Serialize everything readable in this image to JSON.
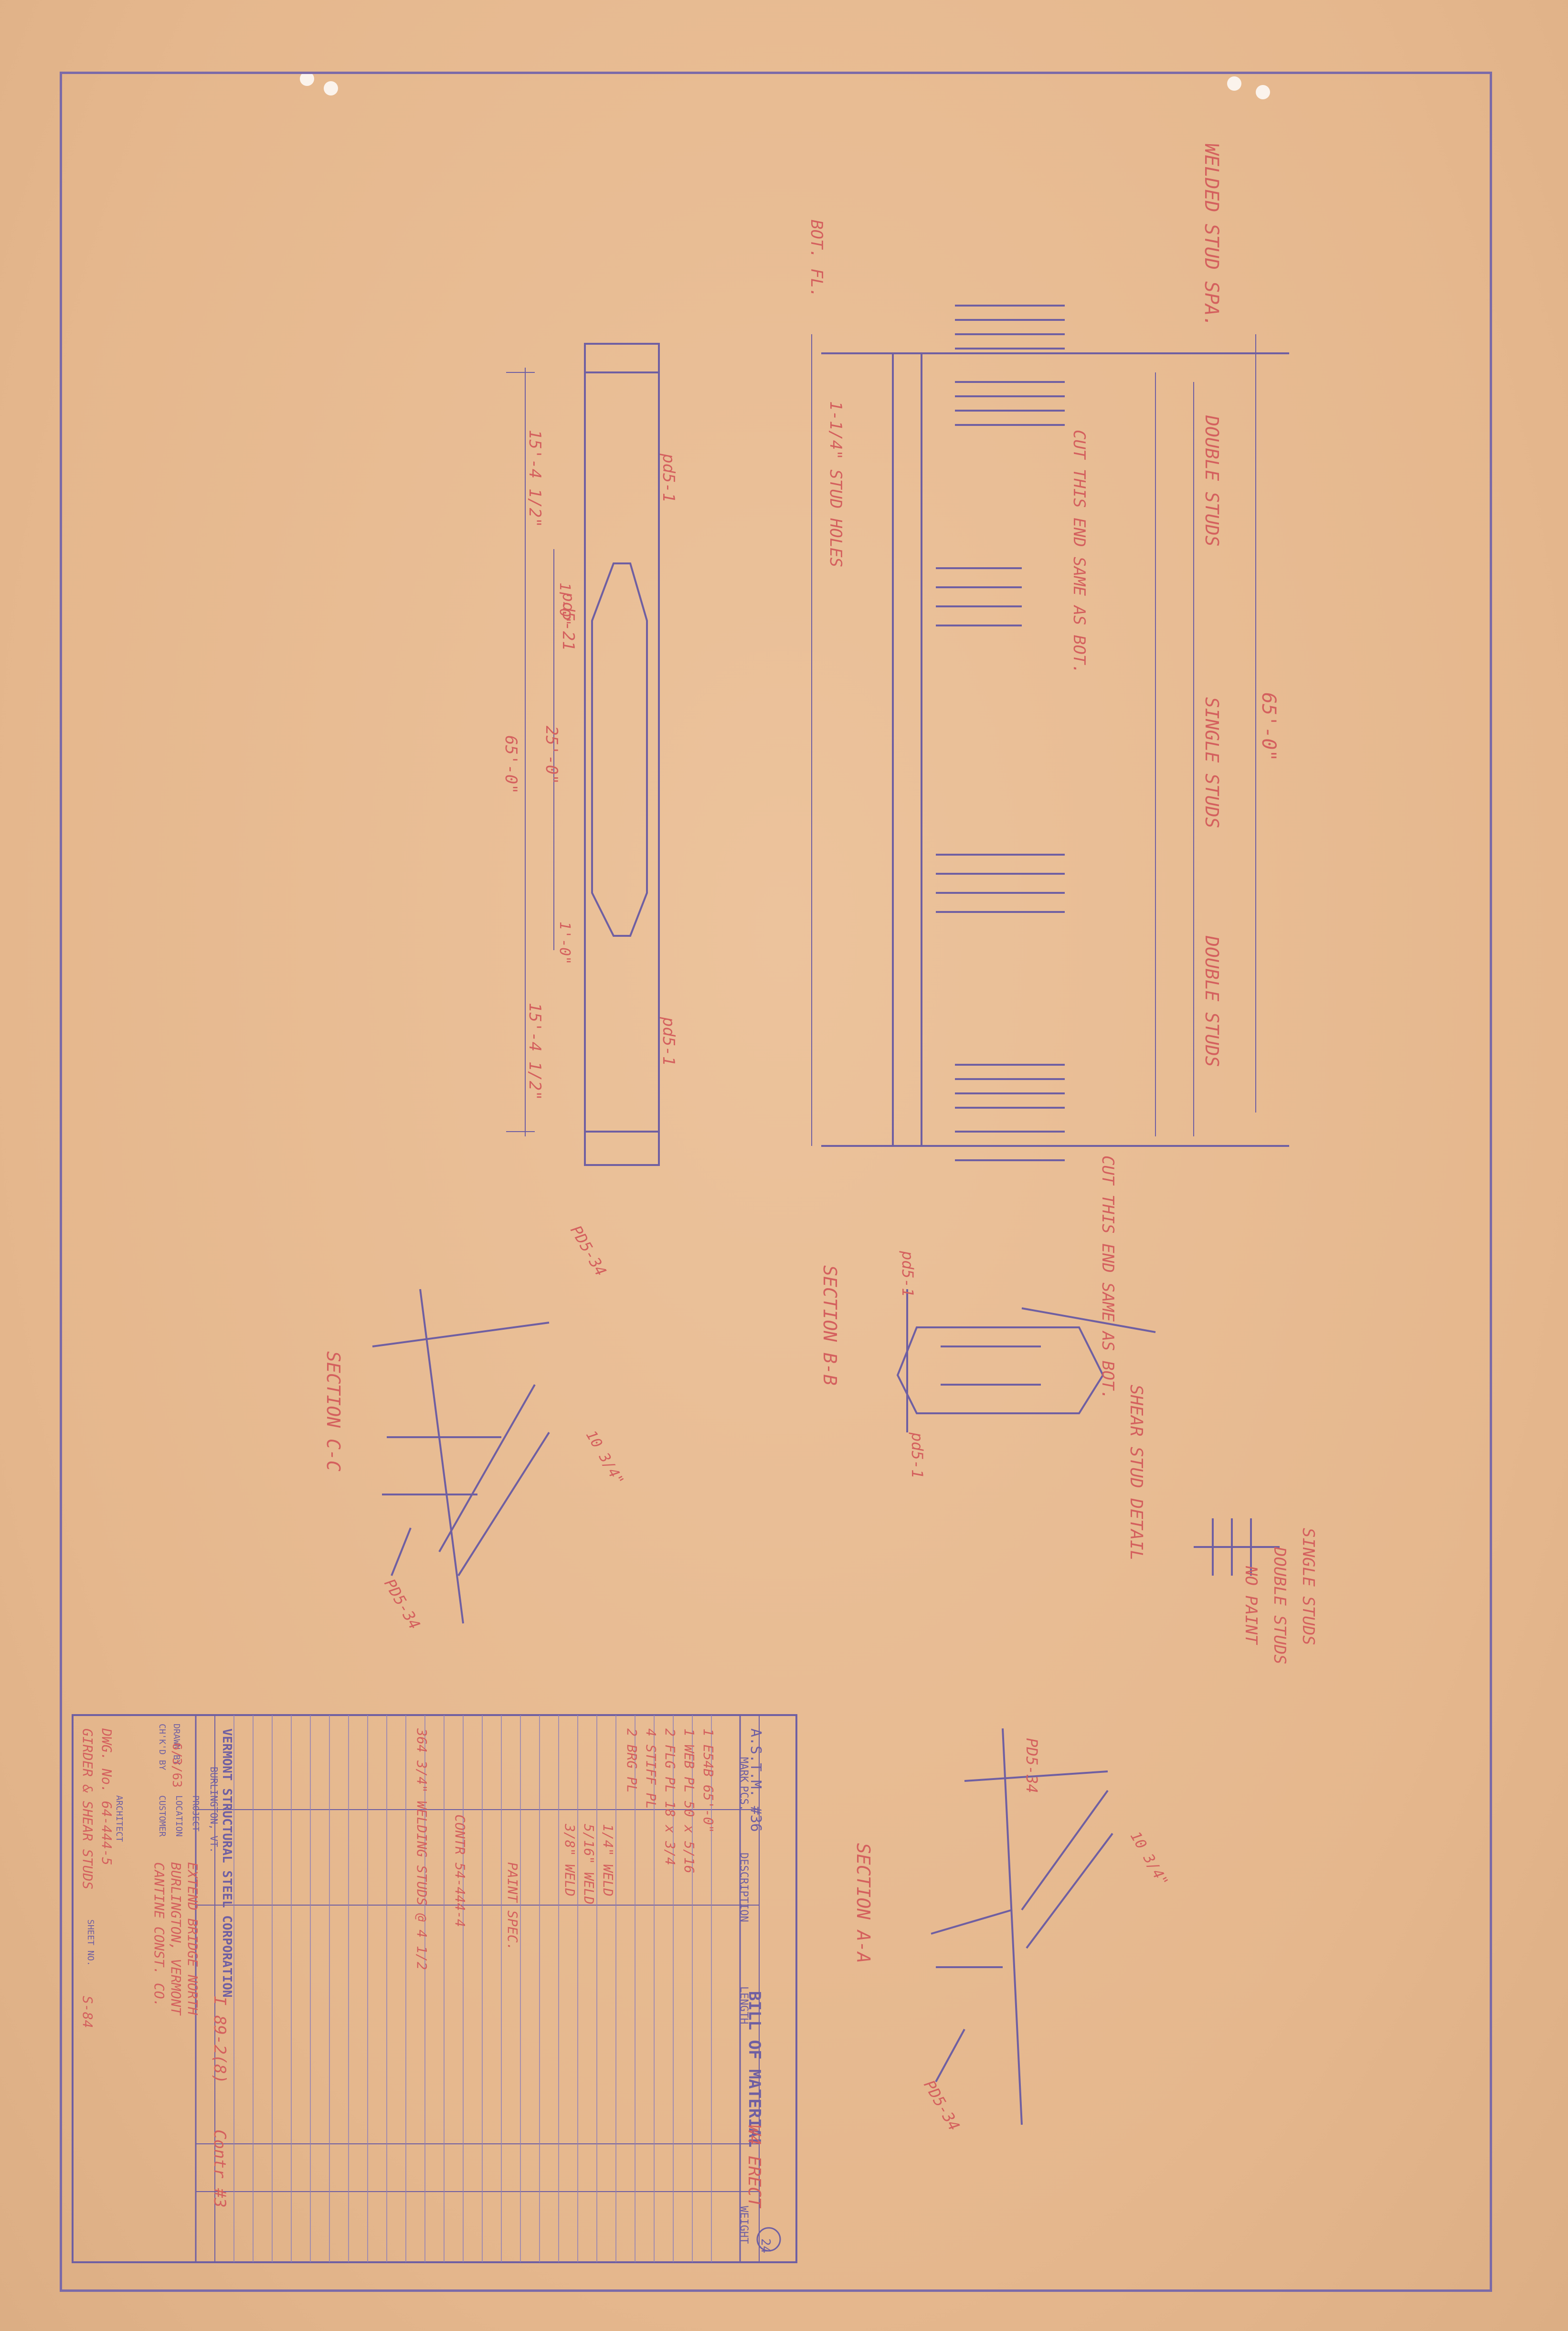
{
  "notes": {
    "welded_studs": "WELDED STUD SPA.",
    "double_studs_top": "DOUBLE STUDS",
    "single_studs": "SINGLE STUDS",
    "double_studs_bottom": "DOUBLE STUDS",
    "overall_span": "65'-0\"",
    "cut_top": "CUT THIS END SAME AS BOT.",
    "cut_bottom": "CUT THIS END SAME AS BOT.",
    "one_stud_hole": "1-1/4\" STUD HOLES",
    "bottom_flange": "BOT. FL.",
    "pd_1a": "pd5-1",
    "pd_1b": "pd5-1",
    "pd_21": "pd5-21",
    "dim_15_4a": "15'-4 1/2\"",
    "dim_15_4b": "15'-4 1/2\"",
    "dim_25_0": "25'-0\"",
    "dim_65_0": "65'-0\"",
    "dim_1_0a": "1'-0\"",
    "dim_1_0b": "1'-0\""
  },
  "sections": {
    "cc": "SECTION C-C",
    "bb": "SECTION B-B",
    "aa": "SECTION A-A",
    "pd_cc_top": "PD5-34",
    "pd_cc_bot": "PD5-34",
    "pd_bb": "pd5-1",
    "pd_bb2": "pd5-1",
    "pd_aa_top": "PD5-34",
    "pd_aa_bot": "PD5-34",
    "dim_10_3a": "10 3/4\"",
    "dim_10_3b": "10 3/4\""
  },
  "shear_detail": {
    "title": "SHEAR STUD DETAIL",
    "single": "SINGLE STUDS",
    "double": "DOUBLE STUDS",
    "paint": "NO PAINT"
  },
  "bom": {
    "title": "BILL OF MATERIAL",
    "spec": "A.S.T.M. #36",
    "headers": [
      "MARK",
      "PCS.",
      "DESCRIPTION",
      "LENGTH",
      "WEIGHT"
    ],
    "erect": "W4 ERECT",
    "rows": [
      "1  E54B  65'-0\"",
      "1  WEB PL  50 x 5/16",
      "2  FLG PL  18 x 3/4",
      "4  STIFF PL",
      "2  BRG PL",
      "1/4\" WELD",
      "5/16\" WELD",
      "3/8\" WELD",
      "PAINT SPEC.",
      "CONTR 54-444-4",
      "364  3/4\" WELDING STUDS @ 4 1/2"
    ]
  },
  "title_block": {
    "company": "VERMONT STRUCTURAL STEEL CORPORATION",
    "city": "BURLINGTON, VT.",
    "job_no": "I 89-2(8)",
    "contract": "Contr #3",
    "drawn": "DRAWN BY",
    "checked": "CH'K'D BY",
    "project_label": "PROJECT",
    "location_label": "LOCATION",
    "customer_label": "CUSTOMER",
    "architect_label": "ARCHITECT",
    "sheet_label": "SHEET NO.",
    "project": "EXTEND BRIDGE NORTH",
    "location": "BURLINGTON, VERMONT",
    "customer": "CANTINE CONST. CO.",
    "sheet": "S-84",
    "dwg_no": "DWG. No. 64-444-5",
    "girder": "GIRDER & SHEAR STUDS",
    "date_stamp": "6/3/63",
    "sheet_circle": "24"
  },
  "colors": {
    "paper": "#e8bc92",
    "pencil_blue": "#6f5fa2",
    "red_pencil": "#d4605e",
    "border": "#7b6aa8"
  }
}
